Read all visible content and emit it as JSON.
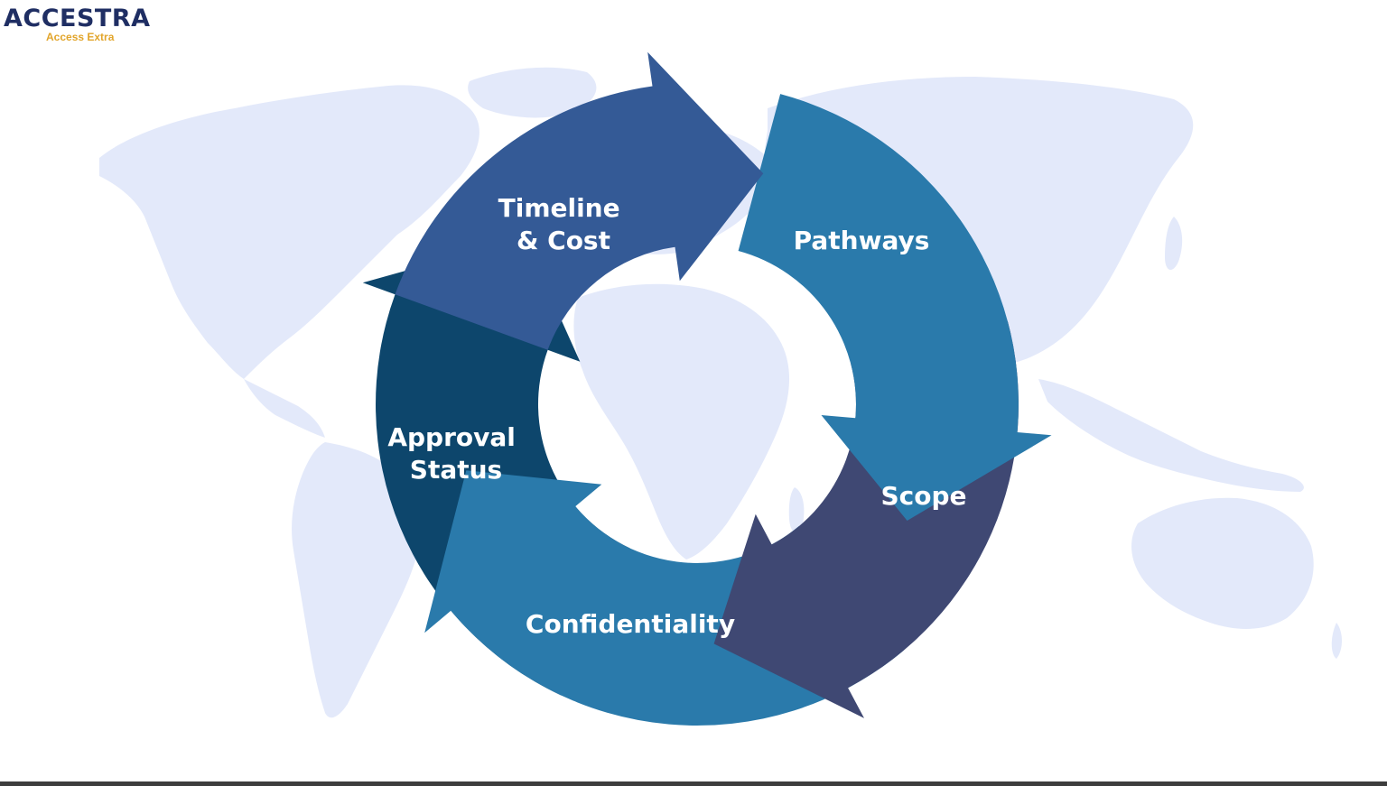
{
  "logo": {
    "name": "ACCESTRA",
    "tagline": "Access Extra"
  },
  "colors": {
    "map": "#e3e9fa",
    "timeline": "#345a96",
    "pathways": "#2a7aab",
    "scope": "#3f4873",
    "confidentiality": "#2a7aab",
    "approval": "#0d466c",
    "logo_main": "#1f2e63",
    "logo_tag": "#e2a52b"
  },
  "cycle": {
    "segments": [
      {
        "id": "timeline",
        "lines": [
          "Timeline",
          "& Cost"
        ]
      },
      {
        "id": "pathways",
        "lines": [
          "Pathways"
        ]
      },
      {
        "id": "scope",
        "lines": [
          "Scope"
        ]
      },
      {
        "id": "confidentiality",
        "lines": [
          "Confidentiality"
        ]
      },
      {
        "id": "approval",
        "lines": [
          "Approval",
          "Status"
        ]
      }
    ]
  }
}
